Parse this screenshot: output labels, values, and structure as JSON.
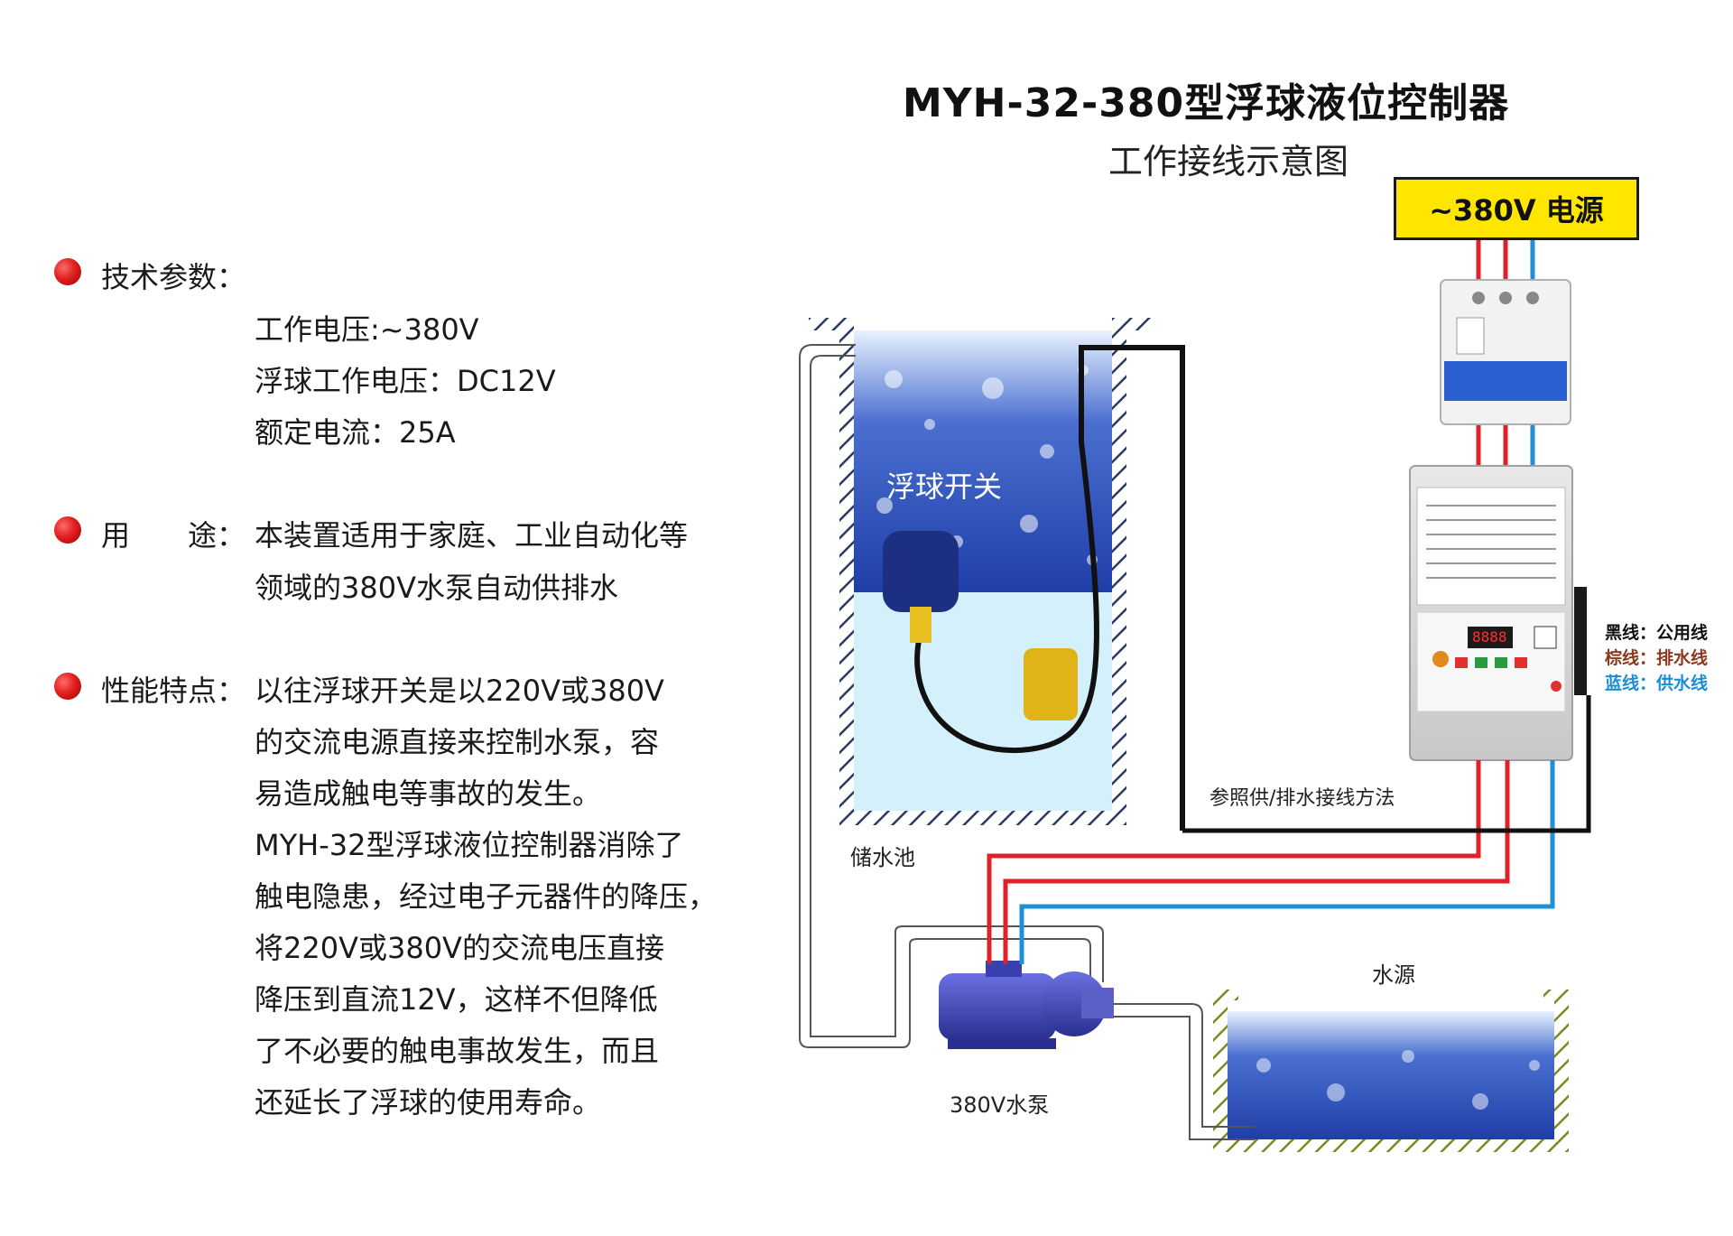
{
  "header": {
    "title": "MYH-32-380型浮球液位控制器",
    "subtitle": "工作接线示意图"
  },
  "specs": {
    "heading": "技术参数：",
    "lines": [
      "工作电压:~380V",
      "浮球工作电压：DC12V",
      "额定电流：25A"
    ]
  },
  "usage": {
    "heading": "用　　途：",
    "lines": [
      "本装置适用于家庭、工业自动化等",
      "领域的380V水泵自动供排水"
    ]
  },
  "features": {
    "heading": "性能特点：",
    "lines": [
      "以往浮球开关是以220V或380V",
      "的交流电源直接来控制水泵，容",
      "易造成触电等事故的发生。",
      "MYH-32型浮球液位控制器消除了",
      "触电隐患，经过电子元器件的降压，",
      "将220V或380V的交流电压直接",
      "降压到直流12V，这样不但降低",
      "了不必要的触电事故发生，而且",
      "还延长了浮球的使用寿命。"
    ]
  },
  "diagram": {
    "power_label": "~380V  电源",
    "float_switch_label": "浮球开关",
    "tank_label": "储水池",
    "wiring_note": "参照供/排水接线方法",
    "pump_label": "380V水泵",
    "water_source_label": "水源",
    "display_digits": "8888",
    "legend": [
      {
        "text": "黑线：公用线",
        "color": "#111111"
      },
      {
        "text": "棕线：排水线",
        "color": "#8b3a1e"
      },
      {
        "text": "蓝线：供水线",
        "color": "#1a8fd6"
      }
    ],
    "colors": {
      "wire_red": "#e0202a",
      "wire_blue": "#1e90d8",
      "wire_black": "#111111",
      "water_deep": "#2a4fb8",
      "water_light": "#d4f0fb",
      "power_yellow": "#ffe600",
      "pump_blue": "#3a3fb0"
    }
  }
}
